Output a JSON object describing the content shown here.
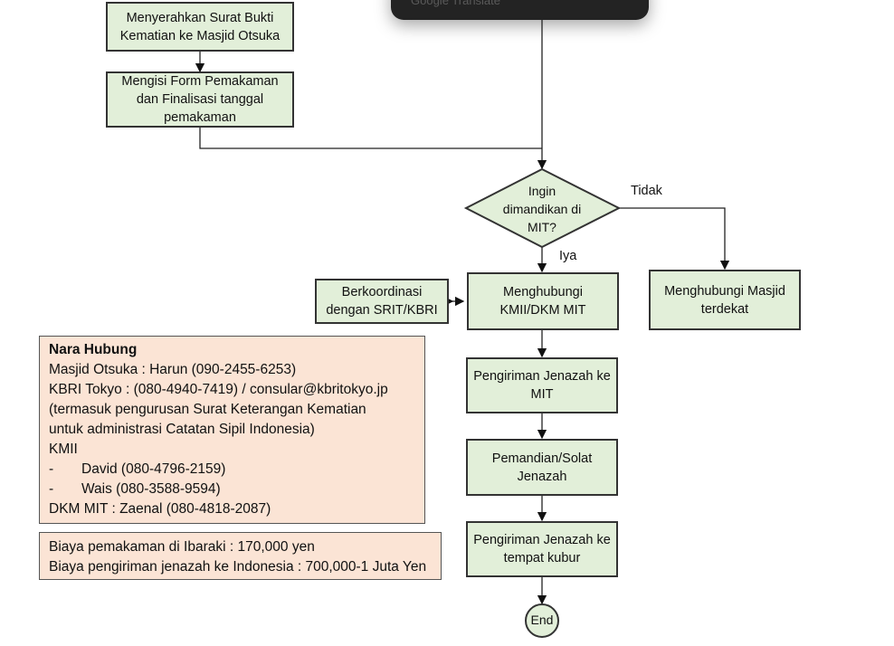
{
  "popup": {
    "text": "Google Translate"
  },
  "nodes": {
    "submit_certificate": "Menyerahkan Surat Bukti Kematian ke Masjid Otsuka",
    "fill_form": "Mengisi Form Pemakaman dan Finalisasi tanggal pemakaman",
    "decision": "Ingin dimandikan di MIT?",
    "no_label": "Tidak",
    "yes_label": "Iya",
    "contact_kmii": "Menghubungi KMII/DKM MIT",
    "coordinate": "Berkoordinasi dengan SRIT/KBRI",
    "nearest_mosque": "Menghubungi Masjid terdekat",
    "send_mit": "Pengiriman Jenazah ke MIT",
    "bathing": "Pemandian/Solat Jenazah",
    "send_grave": "Pengiriman Jenazah ke tempat kubur",
    "end": "End"
  },
  "contacts": {
    "title": "Nara Hubung",
    "lines": [
      "Masjid Otsuka : Harun (090-2455-6253)",
      "KBRI Tokyo : (080-4940-7419) / consular@kbritokyo.jp",
      "(termasuk pengurusan Surat Keterangan Kematian",
      "untuk administrasi Catatan Sipil Indonesia)",
      "KMII"
    ],
    "kmii": [
      {
        "dash": "-",
        "text": "David (080-4796-2159)"
      },
      {
        "dash": "-",
        "text": "Wais (080-3588-9594)"
      }
    ],
    "last": "DKM MIT : Zaenal (080-4818-2087)"
  },
  "costs": [
    "Biaya pemakaman di Ibaraki : 170,000 yen",
    "Biaya pengiriman jenazah ke Indonesia : 700,000-1 Juta Yen"
  ],
  "colors": {
    "process": "#e2efd9",
    "note": "#fbe4d5"
  }
}
